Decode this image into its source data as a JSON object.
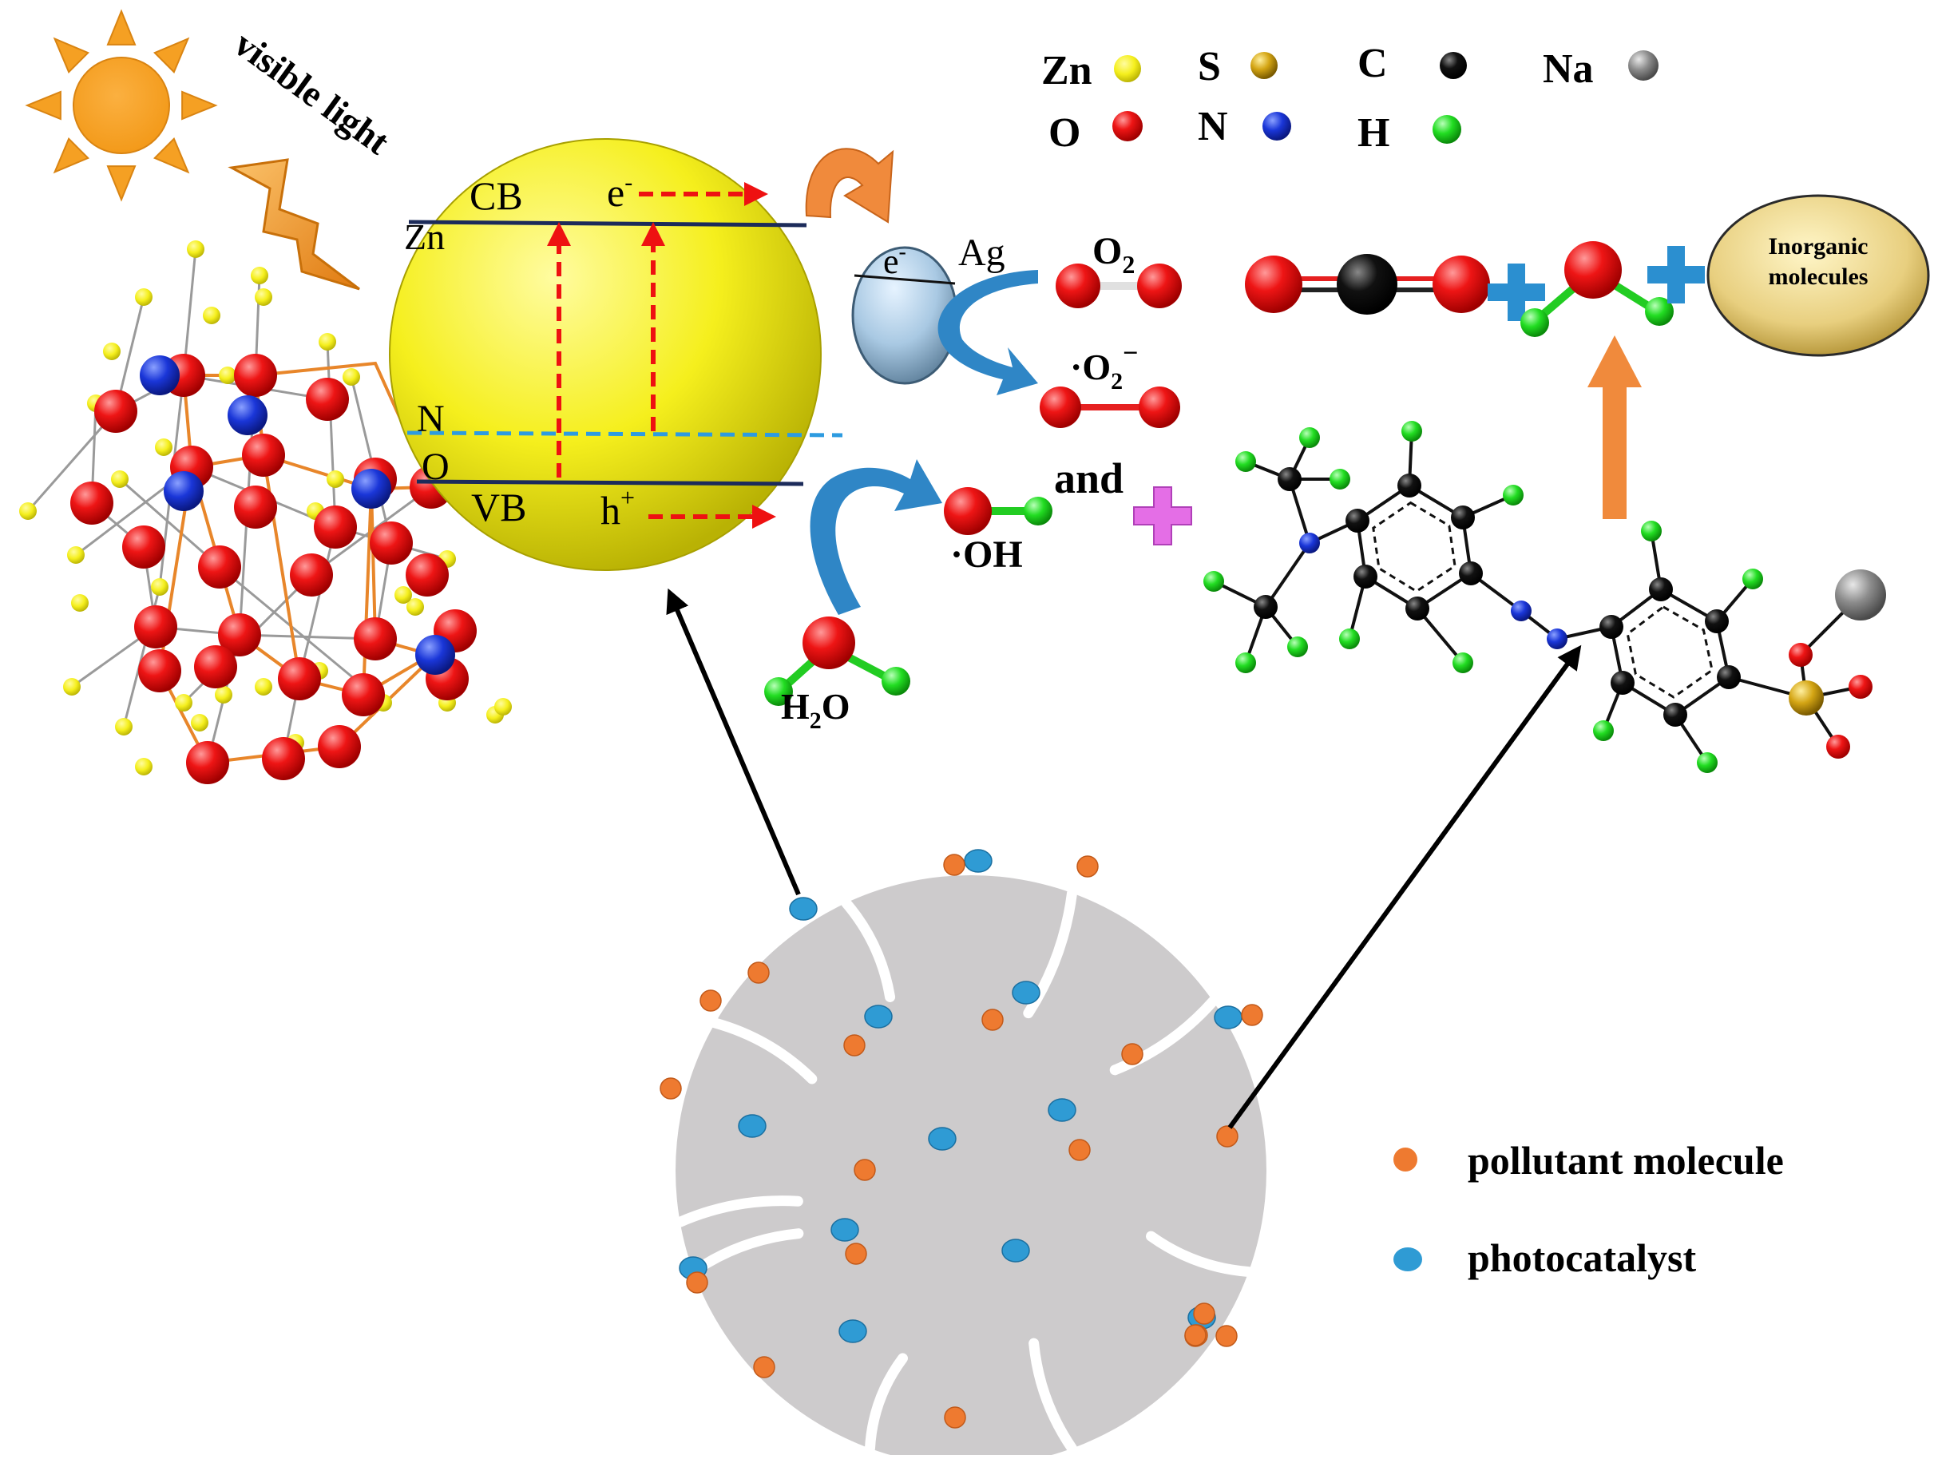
{
  "legend_atoms": {
    "zn": "Zn",
    "s": "S",
    "c": "C",
    "na": "Na",
    "o": "O",
    "n": "N",
    "h": "H"
  },
  "light": {
    "label": "visible light"
  },
  "band": {
    "cb": "CB",
    "vb": "VB",
    "zn": "Zn",
    "n": "N",
    "o": "O",
    "e": "e",
    "e_sup": "-",
    "h": "h",
    "h_sup": "+"
  },
  "silver": {
    "label": "Ag",
    "e": "e",
    "e_sup": "-"
  },
  "species": {
    "o2": "O",
    "o2_sub": "2",
    "superoxide_dot": "·O",
    "superoxide_sub": "2",
    "superoxide_sup": "−",
    "hydroxyl": "·OH",
    "water_h": "H",
    "water_sub": "2",
    "water_o": "O",
    "and": "and"
  },
  "product": {
    "label_line1": "Inorganic",
    "label_line2": "molecules"
  },
  "legend": {
    "pollutant": "pollutant molecule",
    "photocatalyst": "photocatalyst"
  },
  "colors": {
    "zn": "#f2ec1e",
    "s": "#d4a514",
    "c": "#111111",
    "na": "#8c8c8c",
    "o": "#e8101a",
    "n": "#1733d6",
    "h": "#22dd22",
    "pollutant": "#ee7a30",
    "photocatalyst": "#2f9bd4",
    "arrow_red": "#ee1111",
    "arrow_blue": "#2f86c6",
    "arrow_orange": "#f08a3c",
    "plus_blue": "#2b8fd0",
    "plus_pink": "#e46ee6"
  }
}
